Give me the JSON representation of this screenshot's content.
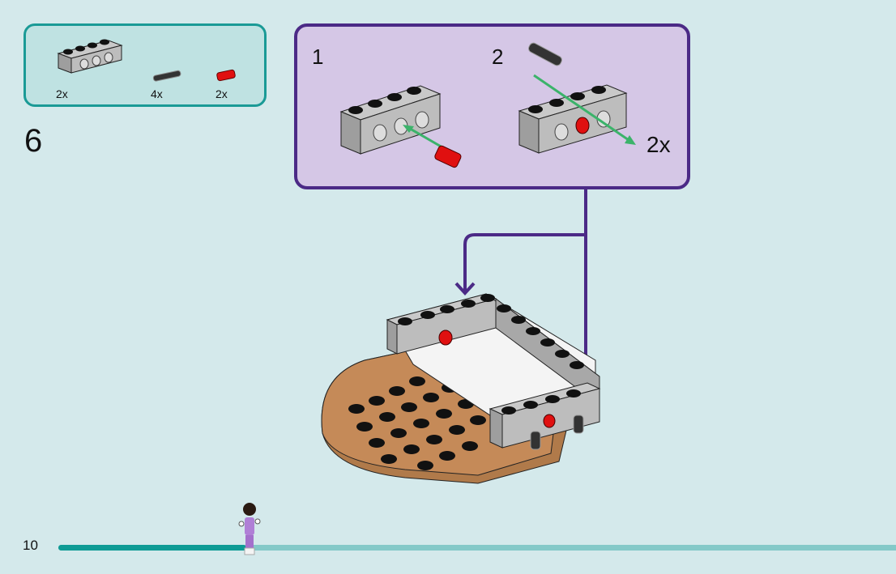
{
  "step": {
    "number": "6"
  },
  "parts_list": {
    "items": [
      {
        "part": "gray-technic-brick-1x4",
        "quantity": "2x"
      },
      {
        "part": "black-friction-pin",
        "quantity": "4x"
      },
      {
        "part": "red-half-pin",
        "quantity": "2x"
      }
    ]
  },
  "sub_assembly": {
    "steps": [
      {
        "number": "1",
        "part": "red-half-pin"
      },
      {
        "number": "2",
        "part": "black-friction-pin",
        "multiplier": "2x"
      }
    ]
  },
  "footer": {
    "page_number": "10",
    "progress_fraction": 0.2
  },
  "colors": {
    "background": "#d4e9eb",
    "parts_border": "#1a9a96",
    "sub_border": "#4b2a86",
    "arrow_green": "#3bb36a",
    "progress_fill": "#0e9b95",
    "progress_track": "#84c9c8"
  }
}
